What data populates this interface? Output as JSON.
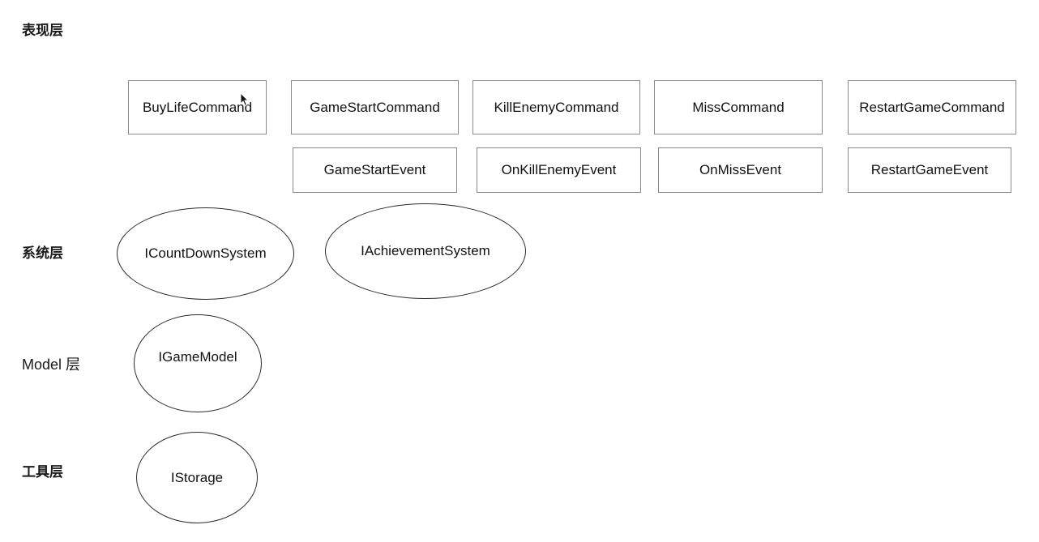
{
  "layers": {
    "presentation": "表现层",
    "system": "系统层",
    "model": "Model 层",
    "utility": "工具层"
  },
  "commands": [
    "BuyLifeCommand",
    "GameStartCommand",
    "KillEnemyCommand",
    "MissCommand",
    "RestartGameCommand"
  ],
  "events": [
    "GameStartEvent",
    "OnKillEnemyEvent",
    "OnMissEvent",
    "RestartGameEvent"
  ],
  "systems": [
    "ICountDownSystem",
    "IAchievementSystem"
  ],
  "models": [
    "IGameModel"
  ],
  "utilities": [
    "IStorage"
  ],
  "icons": {
    "cursor": "mouse-pointer-icon"
  }
}
